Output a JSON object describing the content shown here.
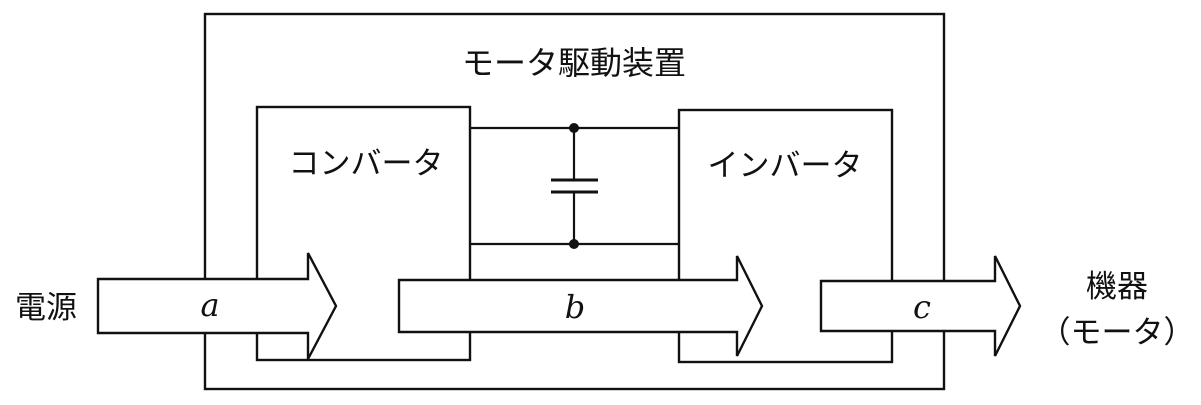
{
  "diagram": {
    "title": "モータ駆動装置",
    "converter_label": "コンバータ",
    "inverter_label": "インバータ",
    "source_label": "電源",
    "device_label_line1": "機器",
    "device_label_line2": "（モータ）",
    "arrows": {
      "a": "a",
      "b": "b",
      "c": "c"
    },
    "components": [
      "capacitor"
    ],
    "colors": {
      "stroke": "#111111",
      "fill": "#ffffff"
    }
  }
}
